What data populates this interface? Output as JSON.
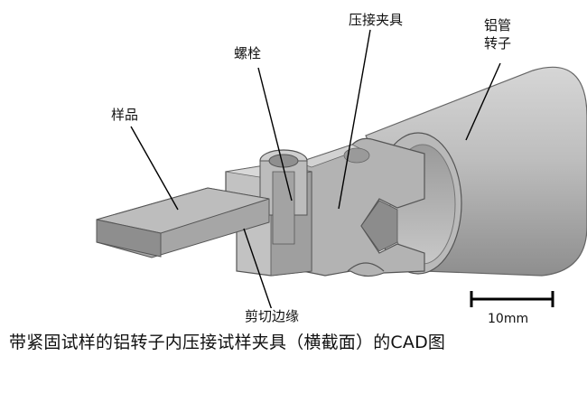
{
  "labels": {
    "sample": "样品",
    "bolt": "螺栓",
    "clamp": "压接夹具",
    "rotor_line1": "铝管",
    "rotor_line2": "转子",
    "shear_edge": "剪切边缘"
  },
  "scale_bar": "10mm",
  "caption": "带紧固试样的铝转子内压接试样夹具（横截面）的CAD图",
  "colors": {
    "background": "#ffffff",
    "metal_light": "#c9c9c9",
    "metal_mid": "#a9a9a9",
    "metal_dark": "#7f7f7f",
    "outline": "#555555",
    "leader": "#000000"
  }
}
